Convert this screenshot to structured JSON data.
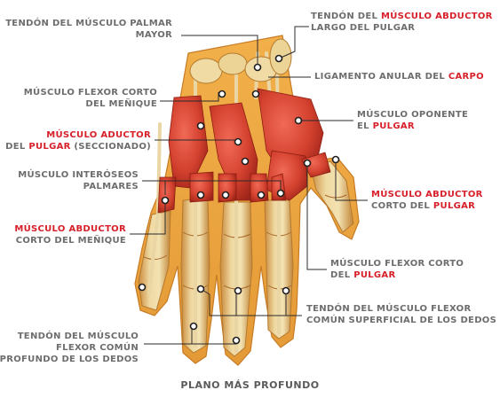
{
  "colors": {
    "label_text": "#6d6d6d",
    "highlight": "#d7202a",
    "leader": "#2b2b2b"
  },
  "caption": "PLANO MÁS PROFUNDO",
  "labels": {
    "tendon_palmar_mayor": [
      "TENDÓN DEL MÚSCULO PALMAR",
      "MAYOR"
    ],
    "flexor_corto_menique": [
      "MÚSCULO FLEXOR CORTO",
      "DEL MEÑIQUE"
    ],
    "aductor_pulgar": {
      "l1_hl": "MÚSCULO ADUCTOR",
      "l2_a": "DEL ",
      "l2_hl": "PULGAR",
      "l2_b": " (SECCIONADO)"
    },
    "interoseos_palmares": [
      "MÚSCULO INTERÓSEOS",
      "PALMARES"
    ],
    "abductor_corto_menique": {
      "l1_hl": "MÚSCULO ABDUCTOR",
      "l2": "CORTO DEL MEÑIQUE"
    },
    "tendon_flexor_profundo": [
      "TENDÓN DEL MÚSCULO",
      "FLEXOR COMÚN",
      "PROFUNDO DE LOS DEDOS"
    ],
    "tendon_abductor_largo": {
      "l1_a": "TENDÓN DEL ",
      "l1_hl": "MÚSCULO ABDUCTOR",
      "l2": "LARGO DEL PULGAR"
    },
    "ligamento_anular": {
      "a": "LIGAMENTO ANULAR DEL ",
      "hl": "CARPO"
    },
    "oponente_pulgar": {
      "l1": "MÚSCULO OPONENTE",
      "l2_a": "EL ",
      "l2_hl": "PULGAR"
    },
    "abductor_corto_pulgar": {
      "l1_hl": "MÚSCULO ABDUCTOR",
      "l2_a": "CORTO DEL ",
      "l2_hl": "PULGAR"
    },
    "flexor_corto_pulgar": {
      "l1": "MÚSCULO FLEXOR CORTO",
      "l2_a": "DEL ",
      "l2_hl": "PULGAR"
    },
    "tendon_flexor_superficial": [
      "TENDÓN DEL MÚSCULO FLEXOR",
      "COMÚN SUPERFICIAL DE LOS DEDOS"
    ]
  }
}
